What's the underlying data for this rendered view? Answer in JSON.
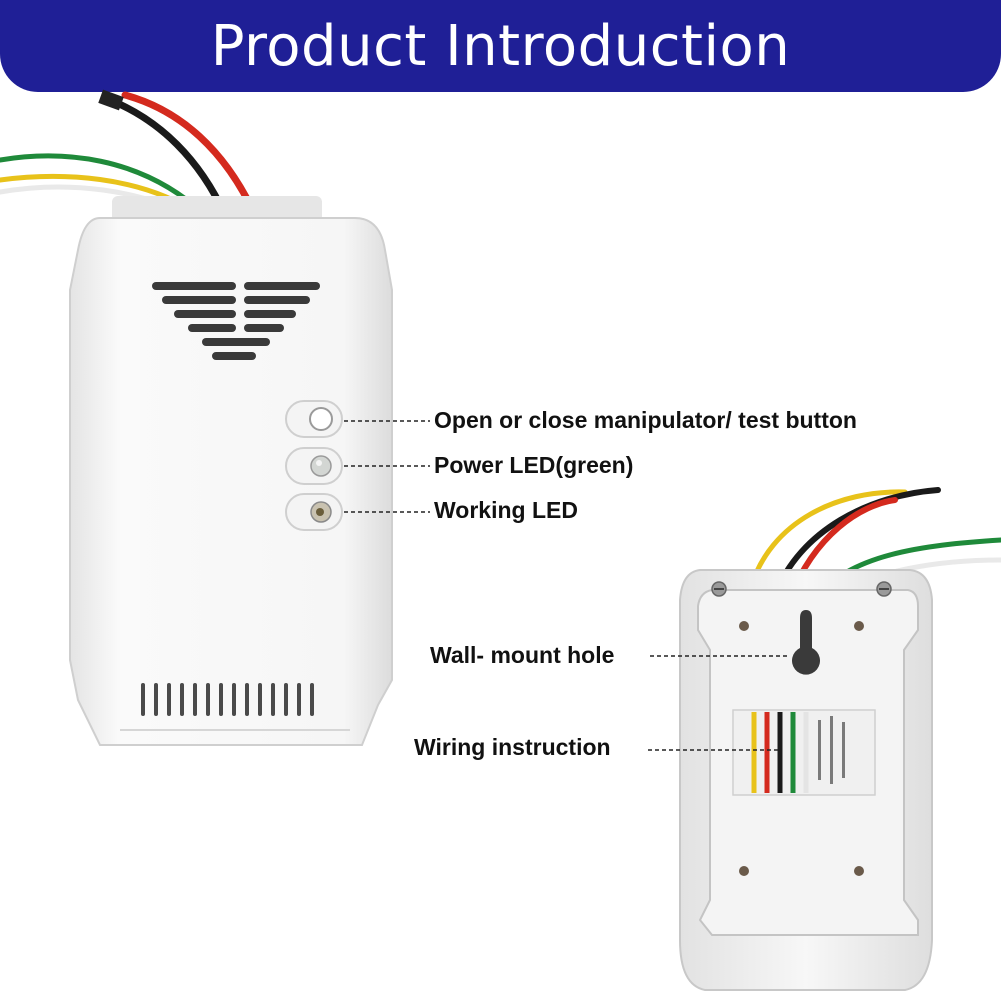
{
  "banner": {
    "title": "Product Introduction",
    "color": "#1f1f96"
  },
  "callouts": {
    "test_button": "Open or close manipulator/ test button",
    "power_led": "Power LED(green)",
    "working_led": "Working LED",
    "wall_mount_hole": "Wall- mount hole",
    "wiring_instruction": "Wiring instruction"
  },
  "wires": {
    "red": "#d42a1e",
    "black": "#1a1a1a",
    "green": "#1f8a3a",
    "yellow": "#e8c21a",
    "white": "#f2f2f2"
  }
}
